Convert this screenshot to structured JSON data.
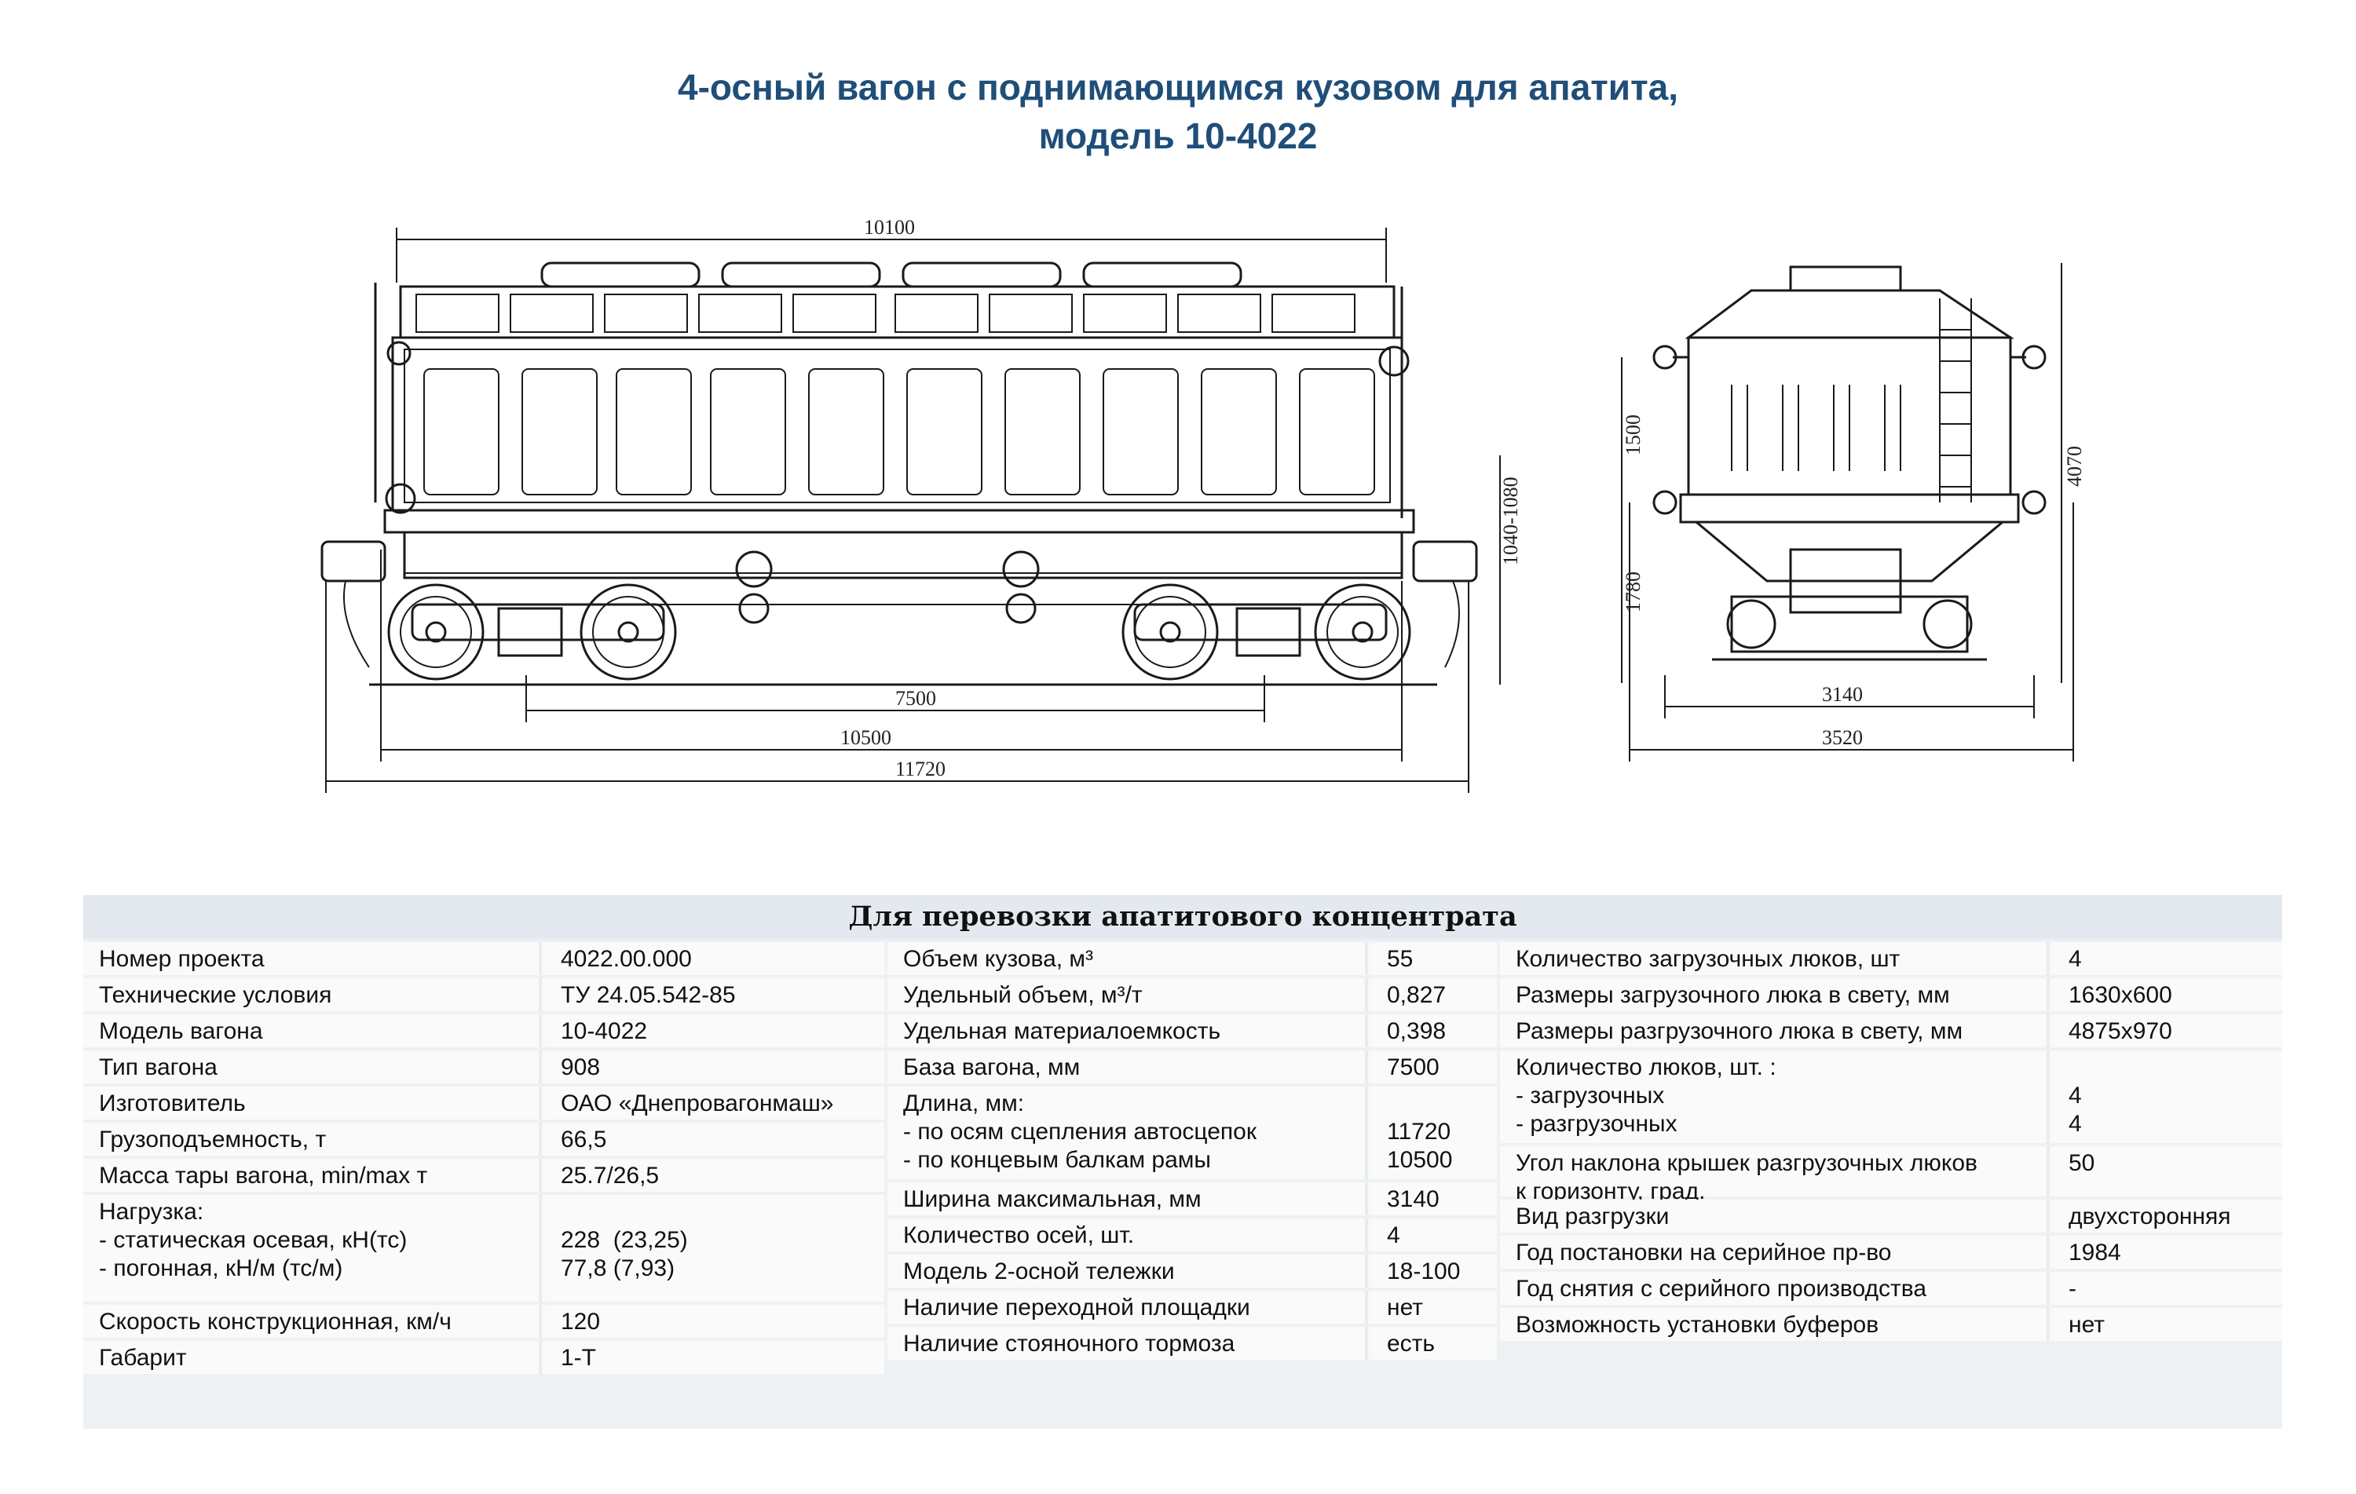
{
  "title": {
    "line1": "4-осный вагон с поднимающимся кузовом для апатита,",
    "line2": "модель 10-4022"
  },
  "drawing": {
    "side_dims": {
      "top_length": "10100",
      "base": "7500",
      "frame_length": "10500",
      "coupler_length": "11720",
      "height_range": "1040-1080"
    },
    "end_dims": {
      "upper": "1500",
      "lower": "1780",
      "total_height": "4070",
      "width_inner": "3140",
      "width_outer": "3520"
    }
  },
  "table": {
    "heading": "Для перевозки апатитового концентрата",
    "col1": [
      {
        "label": "Номер проекта",
        "value": "4022.00.000"
      },
      {
        "label": "Технические условия",
        "value": "ТУ 24.05.542-85"
      },
      {
        "label": "Модель вагона",
        "value": "10-4022"
      },
      {
        "label": "Тип вагона",
        "value": "908"
      },
      {
        "label": "Изготовитель",
        "value": "ОАО «Днепровагонмаш»"
      },
      {
        "label": "Грузоподъемность, т",
        "value": "66,5"
      },
      {
        "label": "Масса тары вагона, min/max т",
        "value": "25.7/26,5"
      },
      {
        "label": "Нагрузка:\n- статическая осевая, кН(тс)\n- погонная, кН/м (тс/м)",
        "value": "\n228  (23,25)\n77,8 (7,93)"
      },
      {
        "label": "Скорость конструкционная, км/ч",
        "value": "120"
      },
      {
        "label": "Габарит",
        "value": "1-Т"
      }
    ],
    "col2": [
      {
        "label": "Объем кузова, м³",
        "value": "55"
      },
      {
        "label": "Удельный объем, м³/т",
        "value": "0,827"
      },
      {
        "label": "Удельная материалоемкость",
        "value": "0,398"
      },
      {
        "label": "База вагона, мм",
        "value": "7500"
      },
      {
        "label": "Длина, мм:\n- по осям сцепления автосцепок\n- по концевым балкам рамы",
        "value": "\n11720\n10500"
      },
      {
        "label": "Ширина максимальная, мм",
        "value": "3140"
      },
      {
        "label": "Количество осей, шт.",
        "value": "4"
      },
      {
        "label": "Модель 2-осной тележки",
        "value": "18-100"
      },
      {
        "label": "Наличие переходной площадки",
        "value": "нет"
      },
      {
        "label": "Наличие стояночного тормоза",
        "value": "есть"
      }
    ],
    "col3": [
      {
        "label": "Количество загрузочных люков, шт",
        "value": "4"
      },
      {
        "label": "Размеры загрузочного люка в свету, мм",
        "value": "1630х600"
      },
      {
        "label": "Размеры разгрузочного люка в свету, мм",
        "value": "4875х970"
      },
      {
        "label": "Количество люков, шт. :\n- загрузочных\n- разгрузочных",
        "value": "\n4\n4"
      },
      {
        "label": "Угол наклона крышек разгрузочных люков\nк горизонту, град.",
        "value": "50"
      },
      {
        "label": "Вид разгрузки",
        "value": "двухсторонняя"
      },
      {
        "label": "Год постановки на серийное пр-во",
        "value": "1984"
      },
      {
        "label": "Год снятия с серийного производства",
        "value": "-"
      },
      {
        "label": "Возможность установки буферов",
        "value": "нет"
      }
    ]
  }
}
